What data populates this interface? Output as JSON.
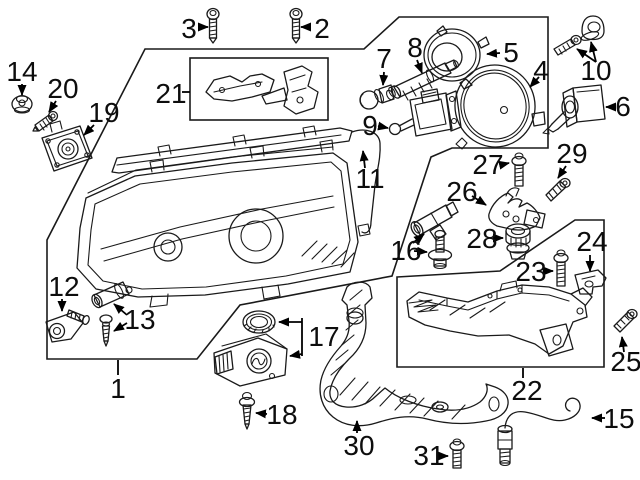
{
  "diagram": {
    "kind": "exploded-parts-diagram",
    "subject": "headlamp assembly, brackets and mounting hardware",
    "background_color": "#ffffff",
    "line_color": "#1a1a1a",
    "callouts": [
      {
        "num": "1"
      },
      {
        "num": "2"
      },
      {
        "num": "3"
      },
      {
        "num": "4"
      },
      {
        "num": "5"
      },
      {
        "num": "6"
      },
      {
        "num": "7"
      },
      {
        "num": "8"
      },
      {
        "num": "9"
      },
      {
        "num": "10"
      },
      {
        "num": "11"
      },
      {
        "num": "12"
      },
      {
        "num": "13"
      },
      {
        "num": "14"
      },
      {
        "num": "15"
      },
      {
        "num": "16"
      },
      {
        "num": "17"
      },
      {
        "num": "18"
      },
      {
        "num": "19"
      },
      {
        "num": "20"
      },
      {
        "num": "21"
      },
      {
        "num": "22"
      },
      {
        "num": "23"
      },
      {
        "num": "24"
      },
      {
        "num": "25"
      },
      {
        "num": "26"
      },
      {
        "num": "27"
      },
      {
        "num": "28"
      },
      {
        "num": "29"
      },
      {
        "num": "30"
      },
      {
        "num": "31"
      }
    ]
  }
}
